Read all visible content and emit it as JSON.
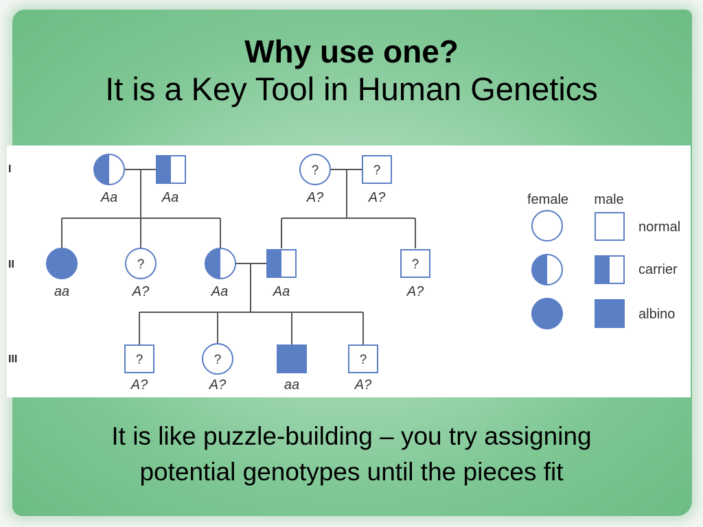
{
  "title": {
    "line1": "Why use one?",
    "line2": "It is a Key Tool in Human Genetics"
  },
  "pedigree": {
    "colors": {
      "fill": "#5b7fc5",
      "line": "#555555",
      "background": "#ffffff"
    },
    "generations": {
      "g1": "I",
      "g2": "II",
      "g3": "III"
    },
    "unknown_mark": "?",
    "individuals": {
      "i1": {
        "sex": "female",
        "status": "carrier",
        "genotype": "Aa"
      },
      "i2": {
        "sex": "male",
        "status": "carrier",
        "genotype": "Aa"
      },
      "i3": {
        "sex": "female",
        "status": "unknown",
        "genotype": "A?"
      },
      "i4": {
        "sex": "male",
        "status": "unknown",
        "genotype": "A?"
      },
      "ii1": {
        "sex": "female",
        "status": "albino",
        "genotype": "aa"
      },
      "ii2": {
        "sex": "female",
        "status": "unknown",
        "genotype": "A?"
      },
      "ii3": {
        "sex": "female",
        "status": "carrier",
        "genotype": "Aa"
      },
      "ii4": {
        "sex": "male",
        "status": "carrier",
        "genotype": "Aa"
      },
      "ii5": {
        "sex": "male",
        "status": "unknown",
        "genotype": "A?"
      },
      "iii1": {
        "sex": "male",
        "status": "unknown",
        "genotype": "A?"
      },
      "iii2": {
        "sex": "female",
        "status": "unknown",
        "genotype": "A?"
      },
      "iii3": {
        "sex": "male",
        "status": "albino",
        "genotype": "aa"
      },
      "iii4": {
        "sex": "male",
        "status": "unknown",
        "genotype": "A?"
      }
    },
    "legend": {
      "female": "female",
      "male": "male",
      "normal": "normal",
      "carrier": "carrier",
      "albino": "albino"
    }
  },
  "caption": {
    "line1": "It is like puzzle-building – you try assigning",
    "line2": "potential genotypes until the pieces fit"
  }
}
